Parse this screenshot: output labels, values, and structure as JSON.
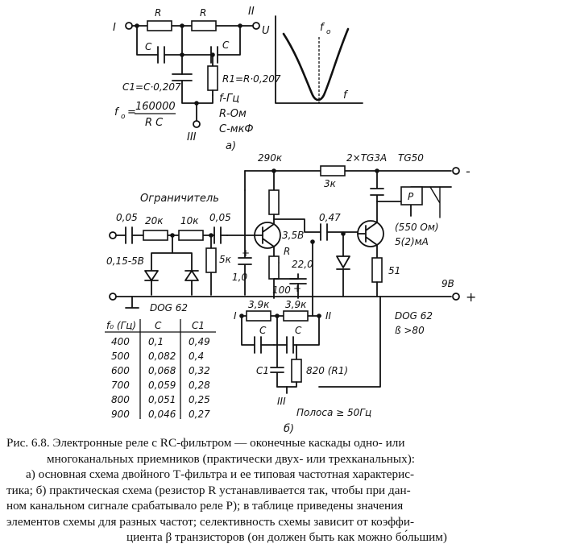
{
  "fig_a": {
    "node_in": "I",
    "node_out": "II",
    "node_gnd": "III",
    "r1": "R",
    "r2": "R",
    "c1": "C",
    "c2": "C",
    "c1_formula": "C1=C·0,207",
    "r1_formula": "R1=R·0,207",
    "f0_prefix": "f",
    "f0_sub": "o",
    "f0_eq": "=",
    "f0_num": "160000",
    "f0_den": "R C",
    "unit_f": "f-Гц",
    "unit_r": "R-Ом",
    "unit_c": "C-мкФ",
    "label": "а)",
    "graph_y": "U",
    "graph_f0": "f",
    "graph_f0_sub": "o",
    "graph_x": "f"
  },
  "fig_b": {
    "r290": "290к",
    "tr": "2×TG3A",
    "tg50": "TG50",
    "r3k": "3к",
    "minus": "-",
    "relay": "P",
    "relay_spec": "(550 Ом)",
    "relay_current": "5(2)мА",
    "limiter": "Ограничитель",
    "c_in": "0,05",
    "r20": "20к",
    "r10": "10к",
    "c005": "0,05",
    "c047": "0,47",
    "r5k": "5к",
    "c10": "1,0",
    "plus_c": "+",
    "v35": "3,5В",
    "r_var": "R",
    "c22": "22,0",
    "plus_c2": "+",
    "r100": "100",
    "r51": "51",
    "v9": "9В",
    "plus": "+",
    "limit_v": "0,15-5В",
    "diode": "DOG 62",
    "diode2": "DOG 62",
    "beta": "ß   >80",
    "node1": "I",
    "node2": "II",
    "node3": "III",
    "r39a": "3,9к",
    "r39b": "3,9к",
    "ca": "C",
    "cb": "C",
    "c1": "C1",
    "r820": "820 (R1)",
    "band": "Полоса ≥ 50Гц",
    "label": "б)"
  },
  "table": {
    "headers": [
      "f₀ (Гц)",
      "C",
      "C1"
    ],
    "rows": [
      [
        "400",
        "0,1",
        "0,49"
      ],
      [
        "500",
        "0,082",
        "0,4"
      ],
      [
        "600",
        "0,068",
        "0,32"
      ],
      [
        "700",
        "0,059",
        "0,28"
      ],
      [
        "800",
        "0,051",
        "0,25"
      ],
      [
        "900",
        "0,046",
        "0,27"
      ]
    ]
  },
  "caption": {
    "lines": [
      "Рис. 6.8. Электронные реле с RC-фильтром — оконечные каскады одно- или",
      "многоканальных приемников (практически двух- или трехканальных):",
      "а) основная схема двойного Т-фильтра и ее типовая частотная характеристика;",
      "тика; б) практическая схема (резистор R устанавливается так, чтобы при дан-",
      "ном канальном сигнале срабатывало реле P); в таблице приведены значения",
      "элементов схемы для разных частот; селективность схемы зависит от коэффи-",
      "циента β транзисторов (он должен быть как можно бо́льшим)"
    ],
    "line1": "Рис. 6.8. Электронные реле с RC-фильтром — оконечные каскады одно- или",
    "line2": "многоканальных приемников (практически двух- или трехканальных):",
    "line3": "а) основная схема двойного Т-фильтра и ее типовая частотная характерис-",
    "line4": "тика; б) практическая схема (резистор R устанавливается так, чтобы при дан-",
    "line5": "ном канальном сигнале срабатывало реле P); в таблице приведены значения",
    "line6": "элементов схемы для разных частот; селективность схемы зависит от коэффи-",
    "line7": "циента β транзисторов (он должен быть как можно бо́льшим)"
  }
}
